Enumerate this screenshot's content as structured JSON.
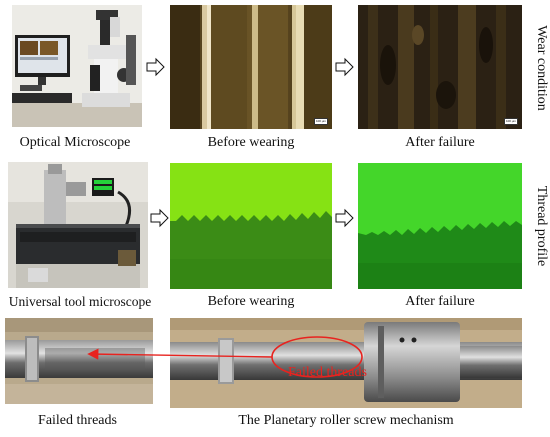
{
  "figure": {
    "row1": {
      "captions": [
        "Optical Microscope",
        "Before wearing",
        "After failure"
      ],
      "side_label": "Wear condition"
    },
    "row2": {
      "captions": [
        "Universal tool microscope",
        "Before wearing",
        "After failure"
      ],
      "side_label": "Thread profile"
    },
    "row3": {
      "captions": [
        "Failed threads",
        "The Planetary roller screw mechanism"
      ],
      "annotation": "Failed threads"
    },
    "colors": {
      "annotation": "#e8231f",
      "green_bright": "#7fe000",
      "green_dark": "#2a7a12"
    }
  }
}
